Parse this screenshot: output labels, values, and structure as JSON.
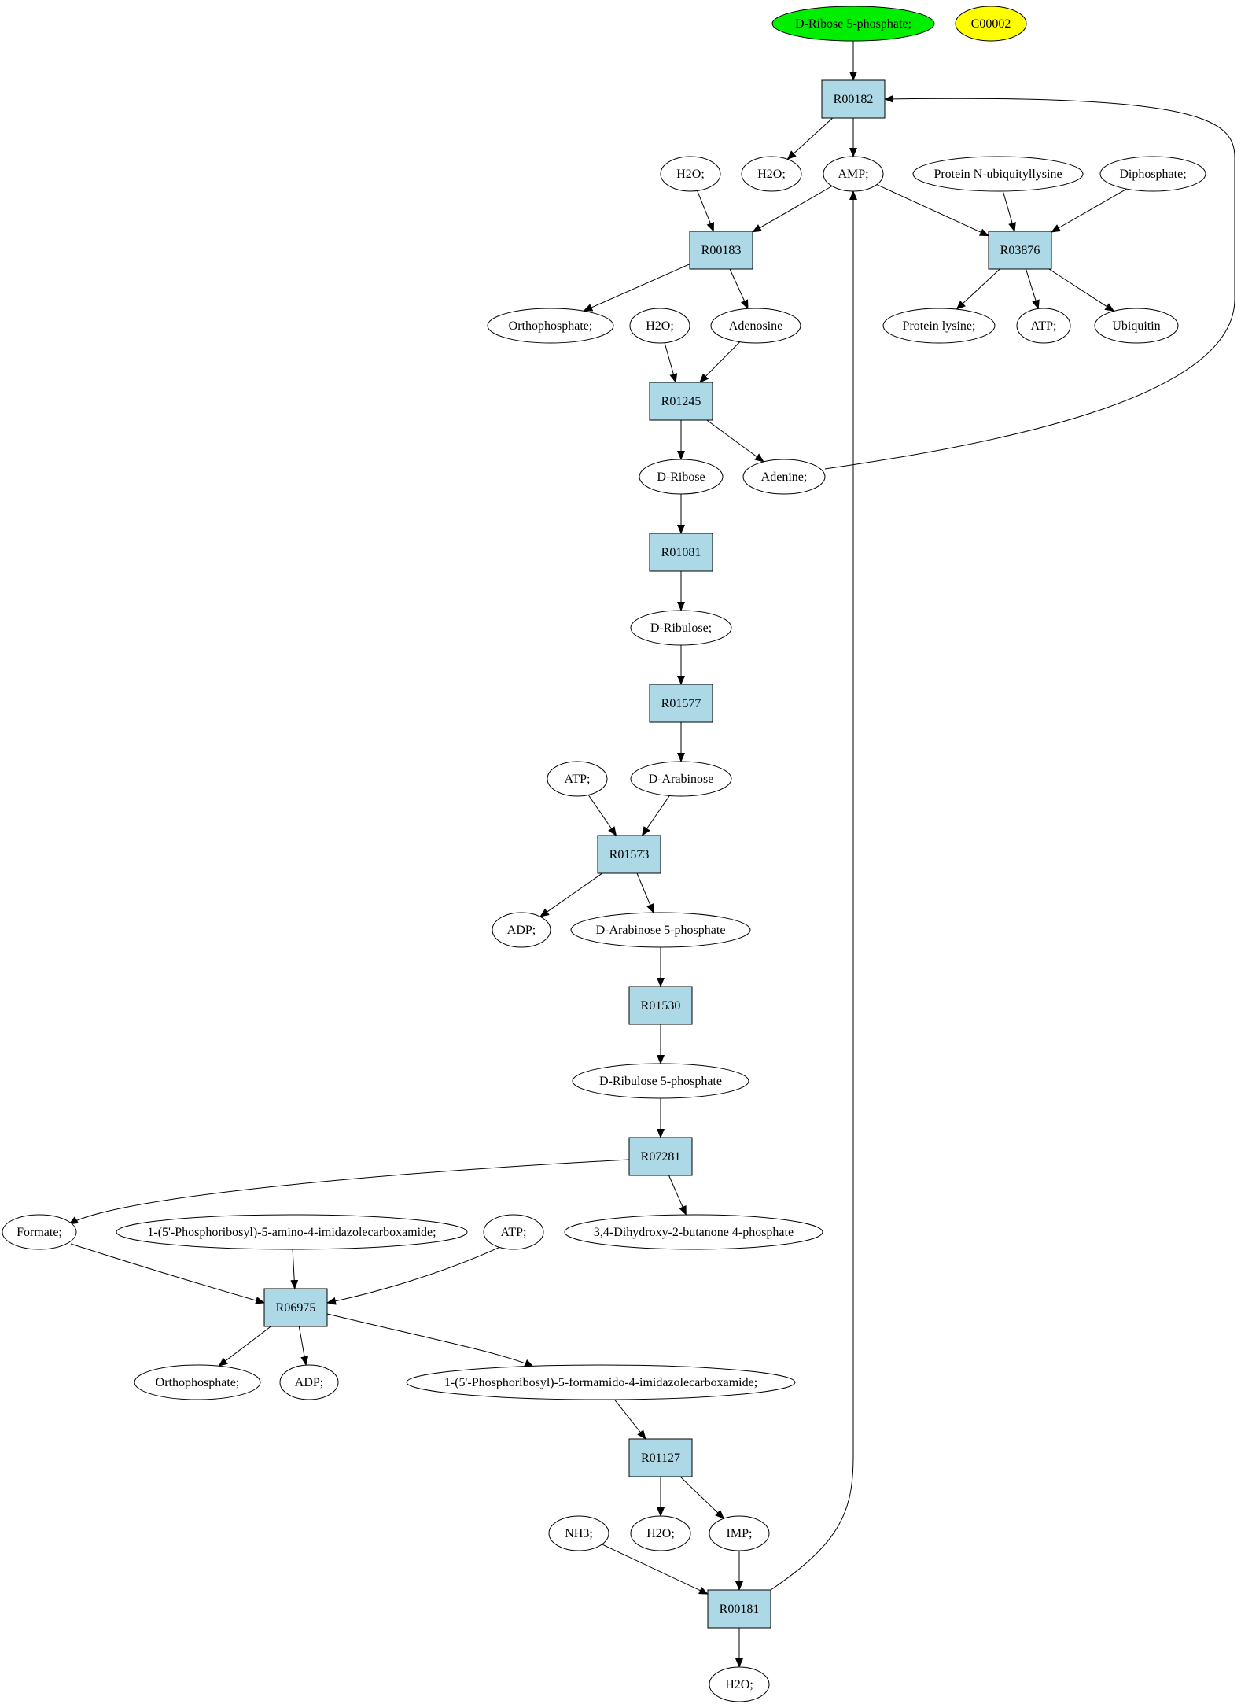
{
  "colors": {
    "start": "#00ee00",
    "highlight": "#ffff00",
    "reaction": "#add8e6",
    "compound": "#ffffff",
    "stroke": "#000000"
  },
  "nodes": {
    "d_ribose_5p": {
      "label": "D-Ribose 5-phosphate;",
      "kind": "compound",
      "fill": "start"
    },
    "c00002": {
      "label": "C00002",
      "kind": "compound",
      "fill": "highlight"
    },
    "r00182": {
      "label": "R00182",
      "kind": "reaction"
    },
    "h2o_a": {
      "label": "H2O;",
      "kind": "compound"
    },
    "h2o_b": {
      "label": "H2O;",
      "kind": "compound"
    },
    "amp": {
      "label": "AMP;",
      "kind": "compound"
    },
    "prot_ubq": {
      "label": "Protein N-ubiquityllysine",
      "kind": "compound"
    },
    "diphosphate": {
      "label": "Diphosphate;",
      "kind": "compound"
    },
    "r00183": {
      "label": "R00183",
      "kind": "reaction"
    },
    "r03876": {
      "label": "R03876",
      "kind": "reaction"
    },
    "orthophosphate_a": {
      "label": "Orthophosphate;",
      "kind": "compound"
    },
    "h2o_c": {
      "label": "H2O;",
      "kind": "compound"
    },
    "adenosine": {
      "label": "Adenosine",
      "kind": "compound"
    },
    "protein_lysine": {
      "label": "Protein lysine;",
      "kind": "compound"
    },
    "atp_a": {
      "label": "ATP;",
      "kind": "compound"
    },
    "ubiquitin": {
      "label": "Ubiquitin",
      "kind": "compound"
    },
    "r01245": {
      "label": "R01245",
      "kind": "reaction"
    },
    "d_ribose": {
      "label": "D-Ribose",
      "kind": "compound"
    },
    "adenine": {
      "label": "Adenine;",
      "kind": "compound"
    },
    "r01081": {
      "label": "R01081",
      "kind": "reaction"
    },
    "d_ribulose": {
      "label": "D-Ribulose;",
      "kind": "compound"
    },
    "r01577": {
      "label": "R01577",
      "kind": "reaction"
    },
    "atp_b": {
      "label": "ATP;",
      "kind": "compound"
    },
    "d_arabinose": {
      "label": "D-Arabinose",
      "kind": "compound"
    },
    "r01573": {
      "label": "R01573",
      "kind": "reaction"
    },
    "adp_a": {
      "label": "ADP;",
      "kind": "compound"
    },
    "d_arabinose_5p": {
      "label": "D-Arabinose 5-phosphate",
      "kind": "compound"
    },
    "r01530": {
      "label": "R01530",
      "kind": "reaction"
    },
    "d_ribulose_5p": {
      "label": "D-Ribulose 5-phosphate",
      "kind": "compound"
    },
    "r07281": {
      "label": "R07281",
      "kind": "reaction"
    },
    "formate": {
      "label": "Formate;",
      "kind": "compound"
    },
    "prib_amino": {
      "label": "1-(5'-Phosphoribosyl)-5-amino-4-imidazolecarboxamide;",
      "kind": "compound"
    },
    "atp_c": {
      "label": "ATP;",
      "kind": "compound"
    },
    "dihydroxy_butanone": {
      "label": "3,4-Dihydroxy-2-butanone 4-phosphate",
      "kind": "compound"
    },
    "r06975": {
      "label": "R06975",
      "kind": "reaction"
    },
    "orthophosphate_b": {
      "label": "Orthophosphate;",
      "kind": "compound"
    },
    "adp_b": {
      "label": "ADP;",
      "kind": "compound"
    },
    "prib_formamido": {
      "label": "1-(5'-Phosphoribosyl)-5-formamido-4-imidazolecarboxamide;",
      "kind": "compound"
    },
    "r01127": {
      "label": "R01127",
      "kind": "reaction"
    },
    "nh3": {
      "label": "NH3;",
      "kind": "compound"
    },
    "h2o_d": {
      "label": "H2O;",
      "kind": "compound"
    },
    "imp": {
      "label": "IMP;",
      "kind": "compound"
    },
    "r00181": {
      "label": "R00181",
      "kind": "reaction"
    },
    "h2o_e": {
      "label": "H2O;",
      "kind": "compound"
    }
  },
  "edges": [
    [
      "d_ribose_5p",
      "r00182"
    ],
    [
      "r00182",
      "h2o_b"
    ],
    [
      "r00182",
      "amp"
    ],
    [
      "h2o_a",
      "r00183"
    ],
    [
      "amp",
      "r00183"
    ],
    [
      "amp",
      "r03876"
    ],
    [
      "prot_ubq",
      "r03876"
    ],
    [
      "diphosphate",
      "r03876"
    ],
    [
      "r00183",
      "orthophosphate_a"
    ],
    [
      "r00183",
      "adenosine"
    ],
    [
      "r03876",
      "protein_lysine"
    ],
    [
      "r03876",
      "atp_a"
    ],
    [
      "r03876",
      "ubiquitin"
    ],
    [
      "h2o_c",
      "r01245"
    ],
    [
      "adenosine",
      "r01245"
    ],
    [
      "r01245",
      "d_ribose"
    ],
    [
      "r01245",
      "adenine"
    ],
    [
      "adenine",
      "r00182"
    ],
    [
      "d_ribose",
      "r01081"
    ],
    [
      "r01081",
      "d_ribulose"
    ],
    [
      "d_ribulose",
      "r01577"
    ],
    [
      "r01577",
      "d_arabinose"
    ],
    [
      "atp_b",
      "r01573"
    ],
    [
      "d_arabinose",
      "r01573"
    ],
    [
      "r01573",
      "adp_a"
    ],
    [
      "r01573",
      "d_arabinose_5p"
    ],
    [
      "d_arabinose_5p",
      "r01530"
    ],
    [
      "r01530",
      "d_ribulose_5p"
    ],
    [
      "d_ribulose_5p",
      "r07281"
    ],
    [
      "r07281",
      "formate"
    ],
    [
      "r07281",
      "dihydroxy_butanone"
    ],
    [
      "formate",
      "r06975"
    ],
    [
      "prib_amino",
      "r06975"
    ],
    [
      "atp_c",
      "r06975"
    ],
    [
      "r06975",
      "orthophosphate_b"
    ],
    [
      "r06975",
      "adp_b"
    ],
    [
      "r06975",
      "prib_formamido"
    ],
    [
      "prib_formamido",
      "r01127"
    ],
    [
      "r01127",
      "h2o_d"
    ],
    [
      "r01127",
      "imp"
    ],
    [
      "nh3",
      "r00181"
    ],
    [
      "imp",
      "r00181"
    ],
    [
      "r00181",
      "h2o_e"
    ],
    [
      "r00181",
      "amp"
    ]
  ]
}
